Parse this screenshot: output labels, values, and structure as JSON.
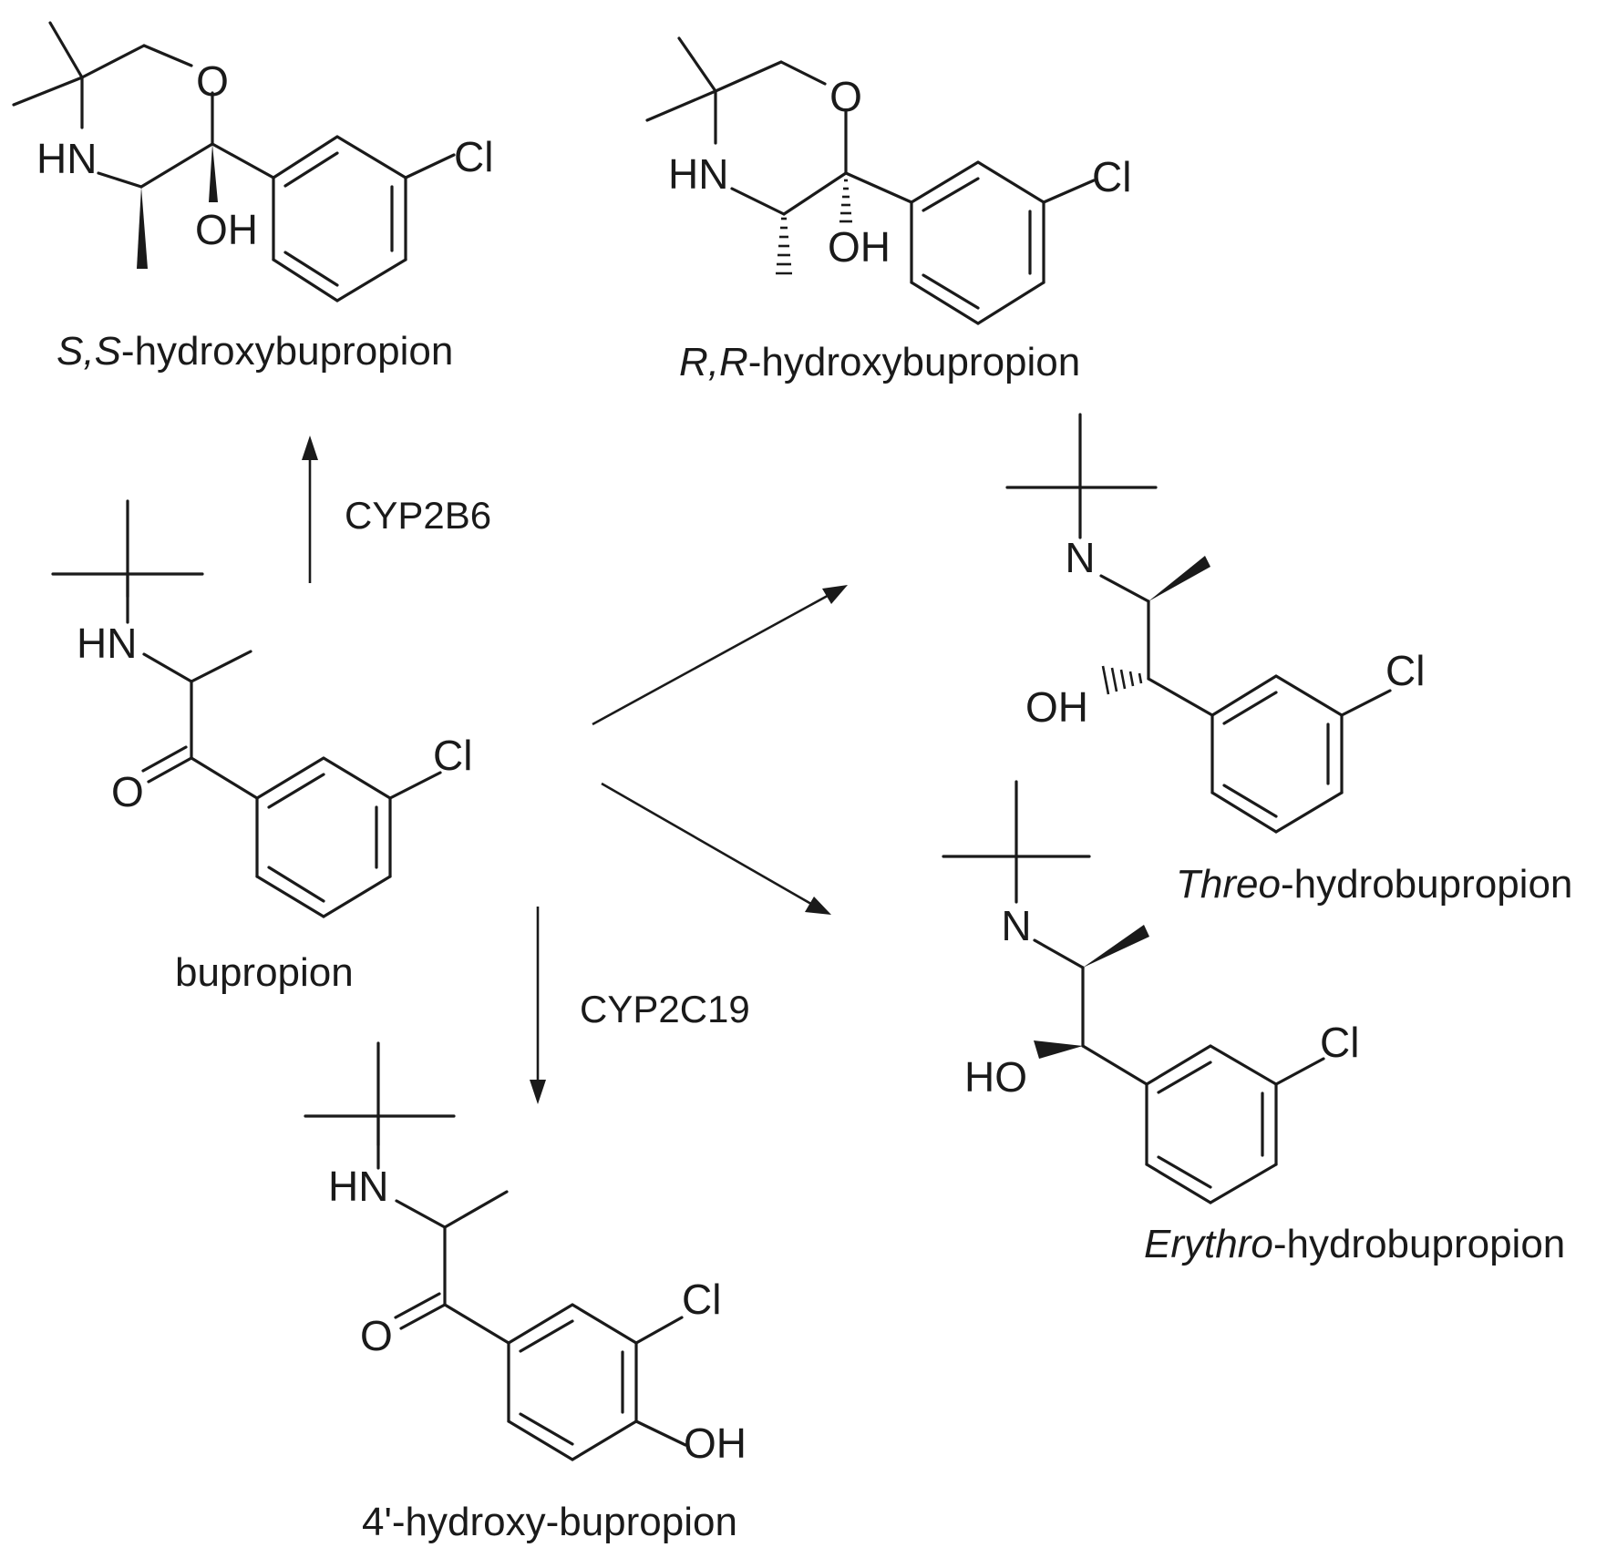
{
  "atoms": {
    "O": "O",
    "HN": "HN",
    "N": "N",
    "OH": "OH",
    "HO": "HO",
    "Cl": "Cl"
  },
  "enzymes": {
    "cyp2b6": "CYP2B6",
    "cyp2c19": "CYP2C19"
  },
  "molecules": {
    "ss_hydroxybupropion": {
      "prefix": "S,S",
      "rest": "-hydroxybupropion"
    },
    "rr_hydroxybupropion": {
      "prefix": "R,R",
      "rest": "-hydroxybupropion"
    },
    "bupropion": {
      "name": "bupropion"
    },
    "threo_hydrobupropion": {
      "prefix": "Threo",
      "rest": "-hydrobupropion"
    },
    "erythro_hydrobupropion": {
      "prefix": "Erythro",
      "rest": "-hydrobupropion"
    },
    "hydroxy_4": {
      "name": "4'-hydroxy-bupropion"
    }
  }
}
